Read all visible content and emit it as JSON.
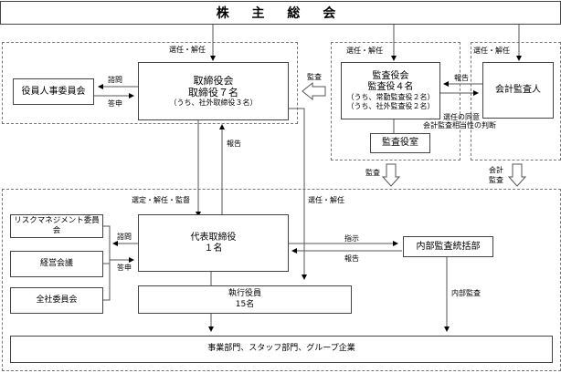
{
  "title": "株 主 総 会",
  "board": {
    "line1": "取締役会",
    "line2": "取締役７名",
    "line3": "（うち、社外取締役３名）"
  },
  "nomination_committee": "役員人事委員会",
  "audit_board": {
    "line1": "監査役会",
    "line2": "監査役４名",
    "line3": "（うち、常勤監査役２名）",
    "line4": "（うち、社外監査役２名）"
  },
  "audit_office": "監査役室",
  "accounting_auditor": "会計監査人",
  "ceo": {
    "line1": "代表取締役",
    "line2": "１名"
  },
  "committees": [
    "リスクマネジメント委員会",
    "経営会議",
    "全社委員会"
  ],
  "internal_audit": "内部監査統括部",
  "executive_officers": {
    "line1": "執行役員",
    "line2": "15名"
  },
  "business_units": "事業部門、スタッフ部門、グループ企業",
  "labels": {
    "elect_dismiss_board": "選任・解任",
    "elect_dismiss_audit": "選任・解任",
    "elect_dismiss_accountant": "選任・解任",
    "consult_board": "諮問",
    "report_board": "答申",
    "audit_arrow": "監査",
    "report_up": "報告",
    "report_accountant": "報告",
    "consent": "選任の同意",
    "appropriateness": "会計監査相当性の判断",
    "audit_down": "監査",
    "accounting_audit_1": "会計",
    "accounting_audit_2": "監査",
    "select_dismiss_supervise": "選定・解任・監督",
    "elect_dismiss_exec": "選任・解任",
    "consult_ceo": "諮問",
    "report_ceo": "答申",
    "instruct": "指示",
    "report_internal": "報告",
    "internal_audit_label": "内部監査"
  }
}
